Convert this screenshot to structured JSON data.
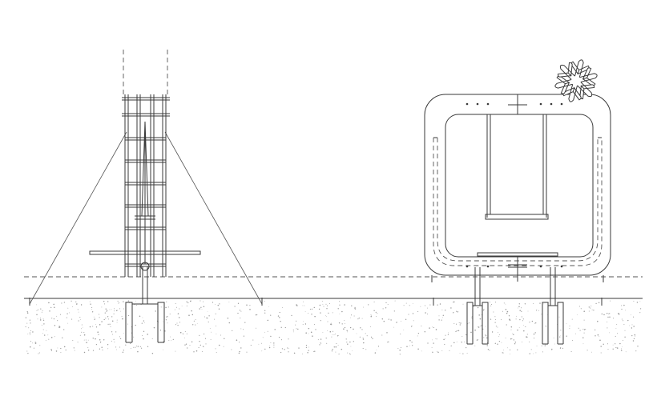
{
  "drawing": {
    "type": "technical elevation drawing",
    "views": [
      "side-elevation",
      "front-elevation"
    ],
    "colors": {
      "line": "#3a3a3a",
      "soil_speckle": "#9a9a9a",
      "background": "#ffffff"
    },
    "icons": [
      "snowflake-icon"
    ]
  }
}
